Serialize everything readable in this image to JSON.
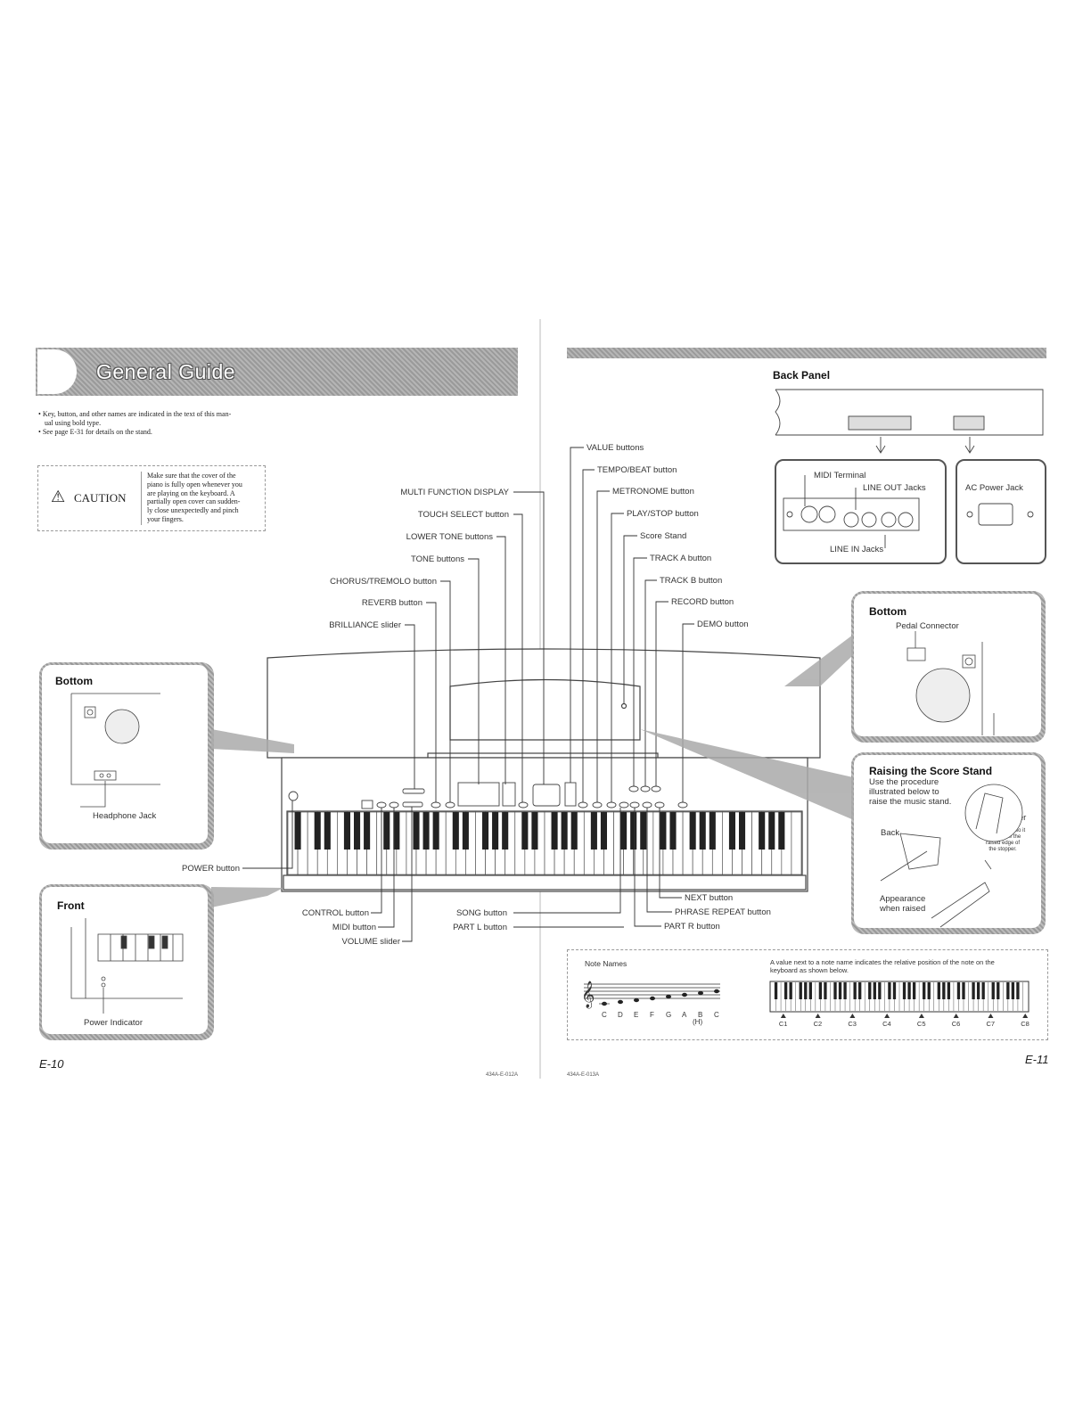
{
  "left_page": {
    "title": "General Guide",
    "bullets": [
      "Key, button, and other names are indicated in the text of this man-",
      "ual using bold type.",
      "See page E-31 for details on the stand."
    ],
    "caution": {
      "label": "CAUTION",
      "lines": [
        "Make sure that the cover of the",
        "piano is fully open whenever you",
        "are playing on the keyboard. A",
        "partially open cover can sudden-",
        "ly close unexpectedly and pinch",
        "your fingers."
      ]
    },
    "bottom_inset": {
      "title": "Bottom",
      "label": "Headphone Jack"
    },
    "front_inset": {
      "title": "Front",
      "label": "Power Indicator"
    },
    "page_number": "E-10",
    "code": "434A-E-012A"
  },
  "callouts_left": {
    "multi_function_display": "MULTI FUNCTION DISPLAY",
    "touch_select": "TOUCH SELECT button",
    "lower_tone": "LOWER TONE buttons",
    "tone": "TONE buttons",
    "chorus_tremolo": "CHORUS/TREMOLO button",
    "reverb": "REVERB button",
    "brilliance": "BRILLIANCE slider",
    "power": "POWER button",
    "control": "CONTROL button",
    "midi": "MIDI button",
    "volume": "VOLUME slider",
    "song": "SONG button",
    "part_l": "PART L button"
  },
  "callouts_right": {
    "value": "VALUE buttons",
    "tempo_beat": "TEMPO/BEAT button",
    "metronome": "METRONOME button",
    "play_stop": "PLAY/STOP button",
    "score_stand": "Score Stand",
    "track_a": "TRACK A button",
    "track_b": "TRACK B button",
    "record": "RECORD button",
    "demo": "DEMO button",
    "next": "NEXT button",
    "phrase_repeat": "PHRASE REPEAT button",
    "part_r": "PART R button"
  },
  "right_page": {
    "back_panel": {
      "title": "Back Panel",
      "midi_terminal": "MIDI Terminal",
      "line_out": "LINE OUT Jacks",
      "line_in": "LINE IN Jacks",
      "ac_power": "AC Power Jack"
    },
    "bottom_inset": {
      "title": "Bottom",
      "label": "Pedal Connector"
    },
    "score_stand_inset": {
      "title": "Raising the Score Stand",
      "lines": [
        "Use the procedure",
        "illustrated below to",
        "raise the music stand."
      ],
      "back": "Back",
      "stopper": "Stopper",
      "stopper_note": [
        "Lower the flap so it",
        "rests inside the",
        "raised edge of",
        "the stopper."
      ],
      "appearance": [
        "Appearance",
        "when raised"
      ]
    },
    "note_names": {
      "title": "Note Names",
      "notes": [
        "C",
        "D",
        "E",
        "F",
        "G",
        "A",
        "B",
        "C"
      ],
      "h_note": "(H)",
      "description": [
        "A value next to a note name indicates the relative position of the note on the",
        "keyboard as shown below."
      ],
      "octaves": [
        "C1",
        "C2",
        "C3",
        "C4",
        "C5",
        "C6",
        "C7",
        "C8"
      ]
    },
    "page_number": "E-11",
    "code": "434A-E-013A"
  }
}
